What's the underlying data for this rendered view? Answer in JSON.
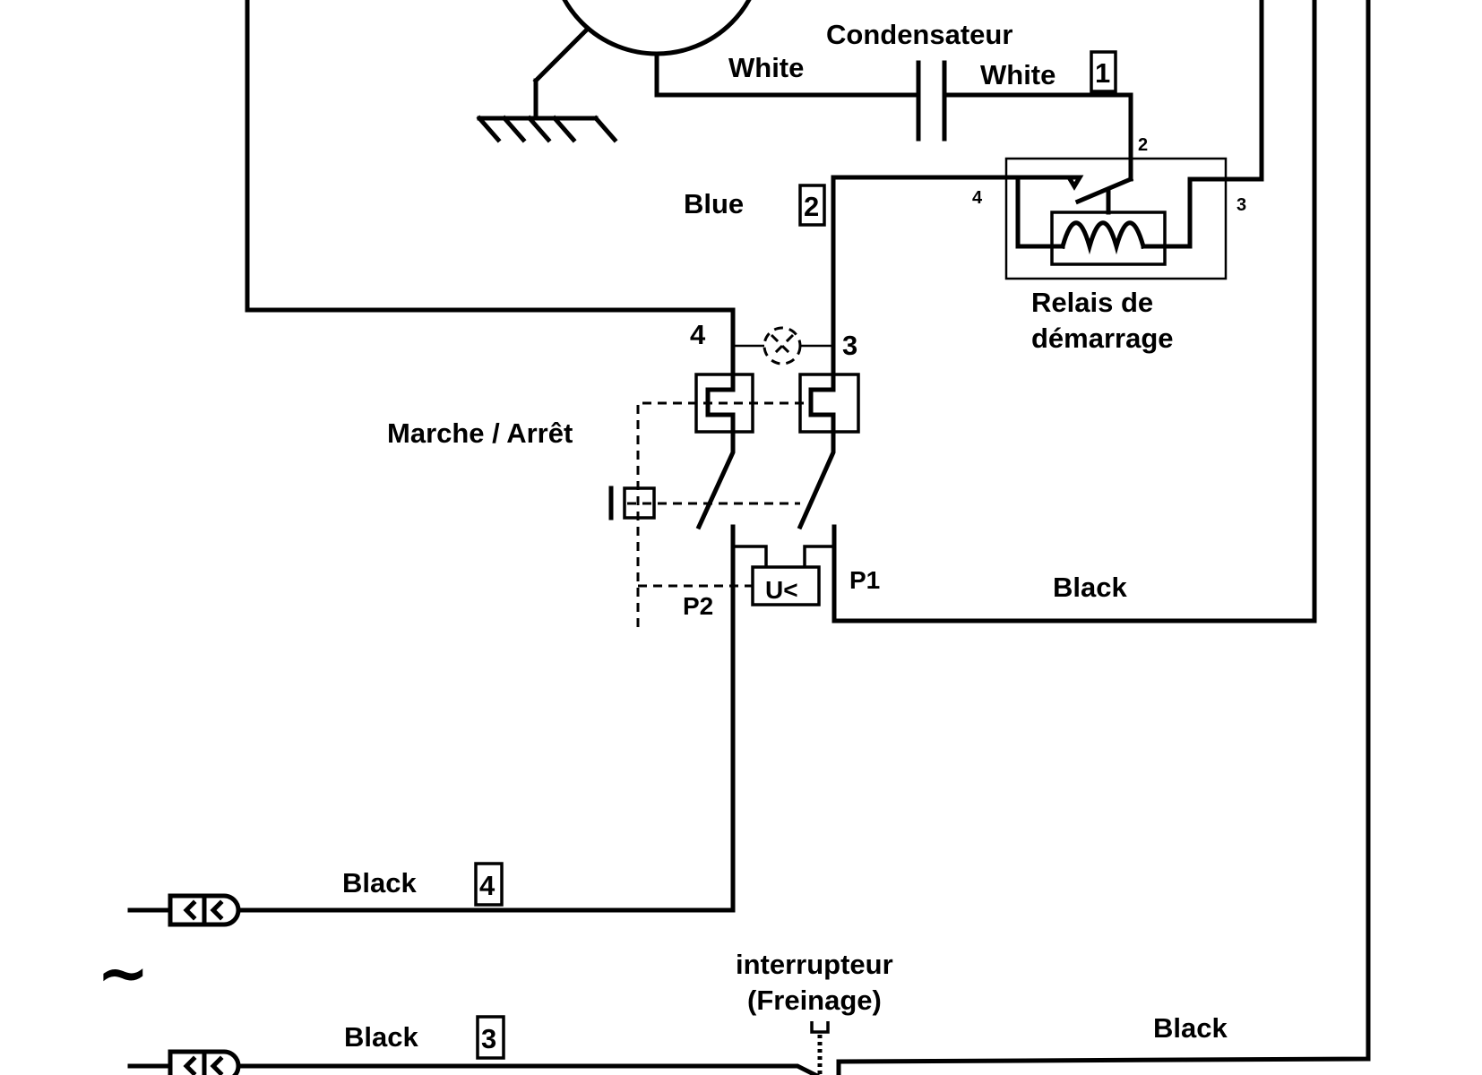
{
  "diagram": {
    "type": "electrical wiring schematic",
    "labels": {
      "capacitor": "Condensateur",
      "wire_white_left": "White",
      "wire_white_right": "White",
      "wire_blue": "Blue",
      "relay_line1": "Relais de",
      "relay_line2": "démarrage",
      "switch": "Marche / Arrêt",
      "undervoltage": "U<",
      "pole_p1": "P1",
      "pole_p2": "P2",
      "wire_black_p1": "Black",
      "wire_black_mains4": "Black",
      "wire_black_mains3": "Black",
      "wire_black_brake": "Black",
      "brake_switch_line1": "interrupteur",
      "brake_switch_line2": "(Freinage)",
      "ac_symbol": "~"
    },
    "terminal_tags": {
      "tag1": "1",
      "tag2": "2",
      "tag3": "3",
      "tag4": "4"
    },
    "terminal_numbers": {
      "switch_left": "4",
      "switch_right": "3",
      "relay_2": "2",
      "relay_3": "3",
      "relay_4": "4"
    },
    "components": [
      {
        "name": "Motor",
        "icon": "motor-circle"
      },
      {
        "name": "Ground",
        "icon": "ground-icon"
      },
      {
        "name": "Condensateur",
        "icon": "capacitor-icon"
      },
      {
        "name": "Relais de démarrage",
        "icon": "relay-icon"
      },
      {
        "name": "Marche / Arrêt",
        "icon": "switch-icon"
      },
      {
        "name": "Indicator lamp",
        "icon": "lamp-icon"
      },
      {
        "name": "U<",
        "icon": "undervoltage-release-icon"
      },
      {
        "name": "interrupteur (Freinage)",
        "icon": "brake-switch-icon"
      },
      {
        "name": "Mains plug 4",
        "icon": "plug-connector-icon"
      },
      {
        "name": "Mains plug 3",
        "icon": "plug-connector-icon"
      }
    ]
  }
}
